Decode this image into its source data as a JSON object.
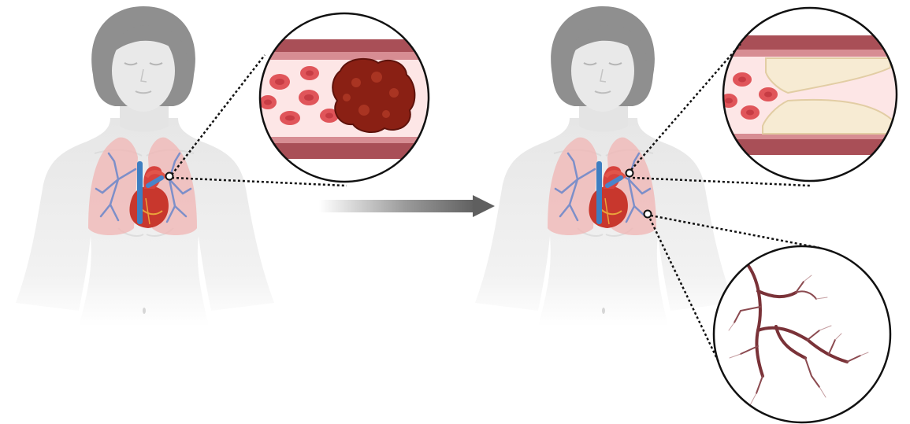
{
  "figure": {
    "panels": [
      {
        "id": "before",
        "insets": [
          "vessel-clot"
        ]
      },
      {
        "id": "after",
        "insets": [
          "vessel-fibrotic-narrowing",
          "distal-vessel-pruning"
        ]
      }
    ],
    "transition": "arrow",
    "colors": {
      "skin": "#ececec",
      "hair": "#8f8f8f",
      "lung": "#f0b8b6",
      "airway": "#7d8fc9",
      "heart": "#c8372d",
      "clot": "#8a2014",
      "vessel_wall": "#a94f57",
      "plasma": "#fde6e6",
      "red_cell": "#e0555a",
      "fibrotic_tissue": "#f7ebd3",
      "arrow": "#666666"
    }
  }
}
